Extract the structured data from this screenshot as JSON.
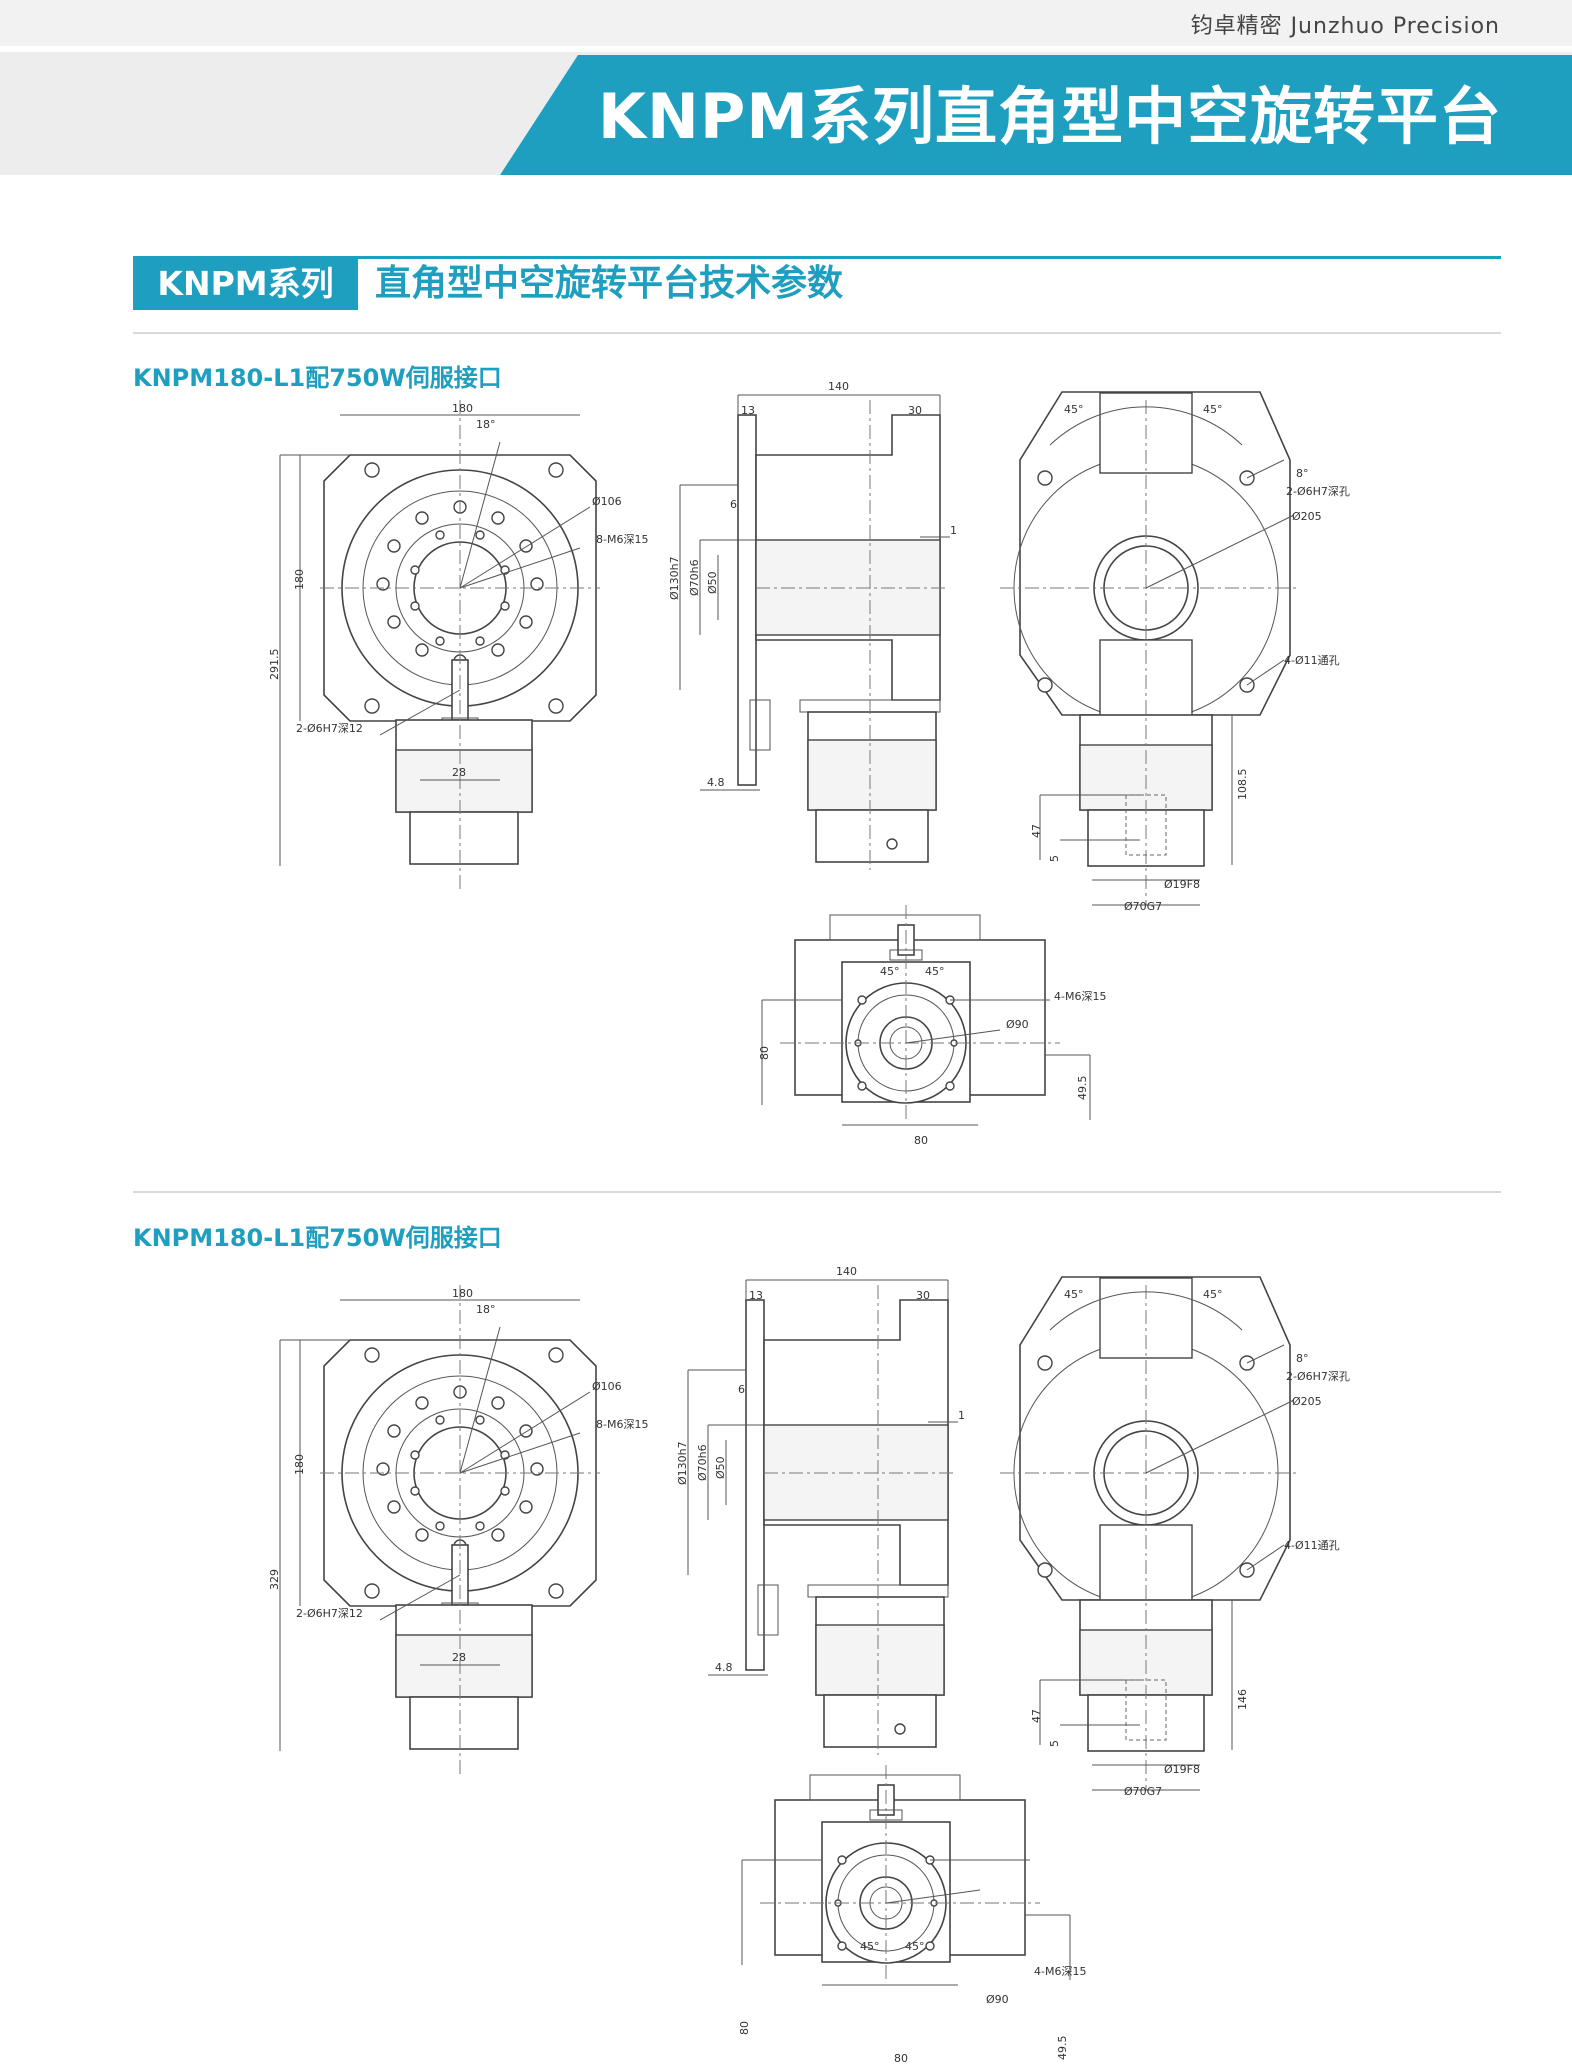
{
  "header": {
    "brand": "钧卓精密 Junzhuo Precision",
    "banner_title": "KNPM系列直角型中空旋转平台"
  },
  "section": {
    "tag": "KNPM系列",
    "title": "直角型中空旋转平台技术参数"
  },
  "drawings": [
    {
      "heading": "KNPM180-L1配750W伺服接口",
      "front": {
        "width": "180",
        "angle": "18°",
        "pcd": "Ø106",
        "holes": "8-M6深15",
        "height": "180",
        "total": "291.5",
        "pin": "2-Ø6H7深12",
        "key": "28"
      },
      "side": {
        "length": "140",
        "flange": "13",
        "step": "30",
        "gap": "6",
        "small": "1",
        "d1": "Ø130h7",
        "d2": "Ø70h6",
        "d3": "Ø50",
        "t": "4.8"
      },
      "rear": {
        "a1": "45°",
        "a2": "45°",
        "chamfer": "8°",
        "pin": "2-Ø6H7深孔",
        "dia": "Ø205",
        "holes": "4-Ø11通孔",
        "h1": "108.5",
        "h2": "47",
        "h3": "5",
        "shaft": "Ø19F8",
        "spigot": "Ø70G7"
      },
      "bottom": {
        "a1": "45°",
        "a2": "45°",
        "holes": "4-M6深15",
        "pcd": "Ø90",
        "h": "80",
        "h2": "49.5",
        "w": "80"
      }
    },
    {
      "heading": "KNPM180-L1配750W伺服接口",
      "front": {
        "width": "180",
        "angle": "18°",
        "pcd": "Ø106",
        "holes": "8-M6深15",
        "height": "180",
        "total": "329",
        "pin": "2-Ø6H7深12",
        "key": "28"
      },
      "side": {
        "length": "140",
        "flange": "13",
        "step": "30",
        "gap": "6",
        "small": "1",
        "d1": "Ø130h7",
        "d2": "Ø70h6",
        "d3": "Ø50",
        "t": "4.8"
      },
      "rear": {
        "a1": "45°",
        "a2": "45°",
        "chamfer": "8°",
        "pin": "2-Ø6H7深孔",
        "dia": "Ø205",
        "holes": "4-Ø11通孔",
        "h1": "146",
        "h2": "47",
        "h3": "5",
        "shaft": "Ø19F8",
        "spigot": "Ø70G7"
      },
      "bottom": {
        "a1": "45°",
        "a2": "45°",
        "holes": "4-M6深15",
        "pcd": "Ø90",
        "h": "80",
        "h2": "49.5",
        "w": "80"
      }
    }
  ]
}
